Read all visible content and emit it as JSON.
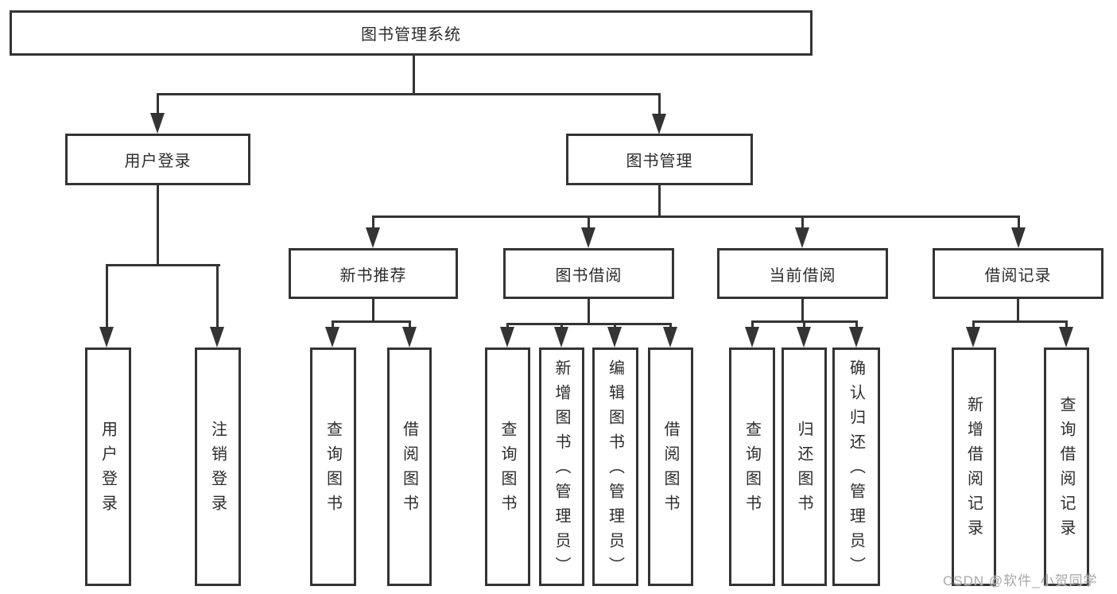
{
  "diagram": {
    "root": {
      "label": "图书管理系统"
    },
    "level2": [
      {
        "label": "用户登录"
      },
      {
        "label": "图书管理"
      }
    ],
    "level3": [
      {
        "label": "新书推荐"
      },
      {
        "label": "图书借阅"
      },
      {
        "label": "当前借阅"
      },
      {
        "label": "借阅记录"
      }
    ],
    "leaves": {
      "user_login": [
        "用户登录",
        "注销登录"
      ],
      "new_book": [
        "查询图书",
        "借阅图书"
      ],
      "book_borrow": [
        "查询图书",
        "新增图书（管理员）",
        "编辑图书（管理员）",
        "借阅图书"
      ],
      "current_borrow": [
        "查询图书",
        "归还图书",
        "确认归还（管理员）"
      ],
      "borrow_record": [
        "新增借阅记录",
        "查询借阅记录"
      ]
    },
    "colors": {
      "line": "#343434",
      "text": "#2c2c2c",
      "watermark": "#a9a9a9",
      "background": "#ffffff"
    },
    "watermark": "CSDN @软件_小贺同学"
  }
}
